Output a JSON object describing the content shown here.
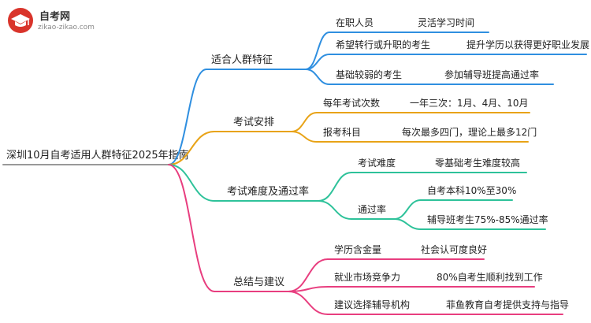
{
  "logo": {
    "title": "自考网",
    "url": "zikao-zikao.com",
    "colors": {
      "badge": "#d9342b",
      "mark": "#ffffff"
    }
  },
  "root": {
    "label": "深圳10月自考适用人群特征2025年指南"
  },
  "branches": [
    {
      "label": "适合人群特征",
      "color": "#2f8fe0",
      "children": [
        {
          "label": "在职人员",
          "children": [
            {
              "label": "灵活学习时间"
            }
          ]
        },
        {
          "label": "希望转行或升职的考生",
          "children": [
            {
              "label": "提升学历以获得更好职业发展"
            }
          ]
        },
        {
          "label": "基础较弱的考生",
          "children": [
            {
              "label": "参加辅导班提高通过率"
            }
          ]
        }
      ]
    },
    {
      "label": "考试安排",
      "color": "#e8a317",
      "children": [
        {
          "label": "每年考试次数",
          "children": [
            {
              "label": "一年三次：1月、4月、10月"
            }
          ]
        },
        {
          "label": "报考科目",
          "children": [
            {
              "label": "每次最多四门，理论上最多12门"
            }
          ]
        }
      ]
    },
    {
      "label": "考试难度及通过率",
      "color": "#2ec29a",
      "children": [
        {
          "label": "考试难度",
          "children": [
            {
              "label": "零基础考生难度较高"
            }
          ]
        },
        {
          "label": "通过率",
          "children": [
            {
              "label": "自考本科10%至30%"
            },
            {
              "label": "辅导班考生75%-85%通过率"
            }
          ]
        }
      ]
    },
    {
      "label": "总结与建议",
      "color": "#e83e7f",
      "children": [
        {
          "label": "学历含金量",
          "children": [
            {
              "label": "社会认可度良好"
            }
          ]
        },
        {
          "label": "就业市场竞争力",
          "children": [
            {
              "label": "80%自考生顺利找到工作"
            }
          ]
        },
        {
          "label": "建议选择辅导机构",
          "children": [
            {
              "label": "菲鱼教育自考提供支持与指导"
            }
          ]
        }
      ]
    }
  ]
}
